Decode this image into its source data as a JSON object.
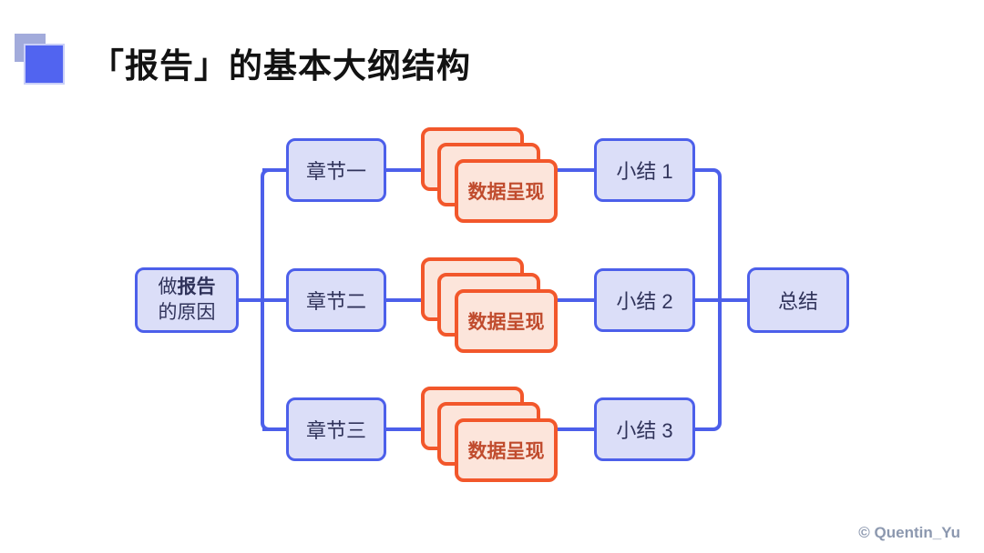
{
  "title": {
    "text": "「报告」的基本大纲结构"
  },
  "diagram": {
    "root": {
      "line1_prefix": "做",
      "line1_bold": "报告",
      "line2": "的原因"
    },
    "rows": [
      {
        "chapter": "章节一",
        "card": "数据呈现",
        "summary": "小结 1"
      },
      {
        "chapter": "章节二",
        "card": "数据呈现",
        "summary": "小结 2"
      },
      {
        "chapter": "章节三",
        "card": "数据呈现",
        "summary": "小结 3"
      }
    ],
    "conclusion": {
      "label": "总结"
    }
  },
  "footer": {
    "copyright": "© Quentin_Yu"
  },
  "colors": {
    "connector_blue": "#4C5FEA",
    "node_fill": "#DBDEF8",
    "node_border": "#4C5FEA",
    "node_text": "#30335A",
    "card_border": "#F2572B",
    "card_fill": "#FCE5DB",
    "card_text": "#C04B2D",
    "deco_back_square": "#A2ABDB",
    "deco_front_square": "#5164F0",
    "copyright_text": "#8C98AF"
  }
}
